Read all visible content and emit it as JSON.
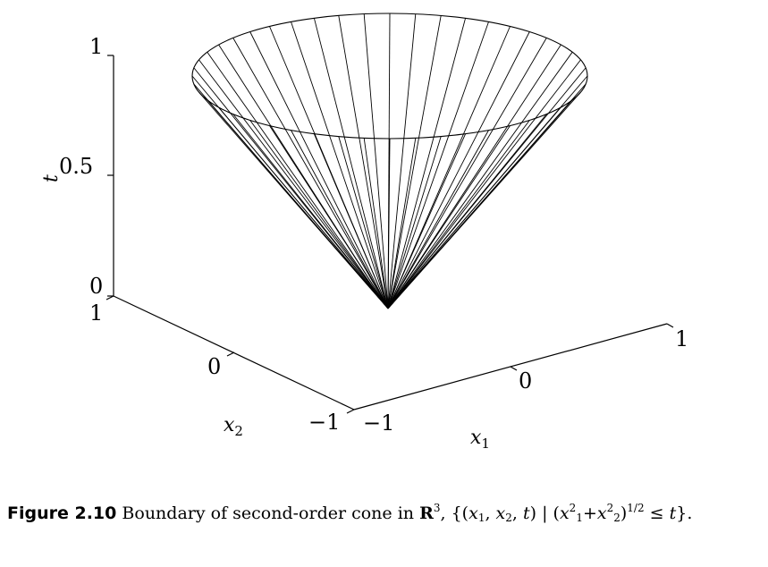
{
  "figure": {
    "axis_labels": {
      "t": "t",
      "x1": "x",
      "x1_sub": "1",
      "x2": "x",
      "x2_sub": "2"
    },
    "t_ticks": [
      "1",
      "0.5",
      "0"
    ],
    "x2_ticks": [
      "1",
      "0",
      "−1"
    ],
    "x1_ticks": [
      "−1",
      "0",
      "1"
    ],
    "surface": {
      "description_free": true,
      "generator_count": 48,
      "stroke_color": "#000000"
    }
  },
  "caption": {
    "label": "Figure 2.10",
    "text_before": "Boundary of second-order cone in ",
    "R": "R",
    "R_sup": "3",
    "set_open": ", {(",
    "x1": "x",
    "x1_sub": "1",
    "comma1": ", ",
    "x2": "x",
    "x2_sub": "2",
    "comma2": ", ",
    "t": "t",
    "mid": ") | (",
    "x1b": "x",
    "x1b_sub": "1",
    "x1b_sup": "2",
    "plus": "+",
    "x2b": "x",
    "x2b_sub": "2",
    "x2b_sup": "2",
    "close_pow": ")",
    "pow": "1/2",
    "leq": " ≤ ",
    "t_end": "t",
    "set_close": "}."
  }
}
